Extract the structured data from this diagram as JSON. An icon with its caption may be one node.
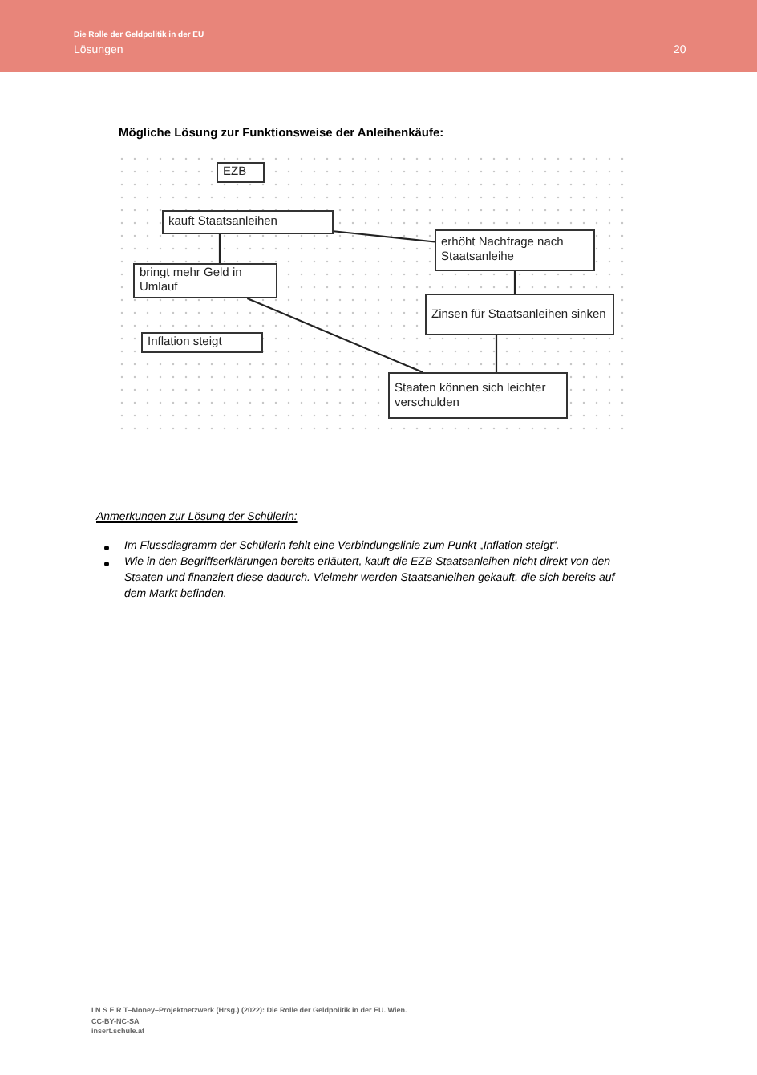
{
  "diagram": {
    "title": "Mögliche Lösung zur Funktionsweise der Anleihenkäufe:",
    "nodes": [
      {
        "text": [
          "EZB"
        ]
      },
      {
        "text": [
          "kauft Staatsanleihen"
        ]
      },
      {
        "text": [
          "bringt mehr Geld in Umlauf"
        ]
      },
      {
        "text": [
          "Inflation steigt"
        ]
      },
      {
        "text": [
          "erhöht Nachfrage nach Staatsanleihe"
        ]
      },
      {
        "text": [
          "Zinsen für Staatsanleihen sinken"
        ]
      },
      {
        "text": [
          "Staaten können sich leichter verschulden"
        ]
      }
    ],
    "edges": [
      {
        "from": 1,
        "to": 2,
        "arrow": "none"
      },
      {
        "from": 1,
        "to": 4,
        "arrow": "none"
      },
      {
        "from": 4,
        "to": 5,
        "arrow": "none"
      },
      {
        "from": 5,
        "to": 6,
        "arrow": "none"
      },
      {
        "from": 2,
        "to": 6,
        "arrow": "none"
      }
    ],
    "labels": [
      "Die Rolle der Geldpolitik in der EU",
      "Lösungen",
      "20",
      "Anmerkungen zur Lösung der Schülerin:",
      "Im Flussdiagramm der Schülerin fehlt eine Verbindungslinie zum Punkt „Inflation steigt“.",
      "Wie in den Begriffserklärungen bereits erläutert, kauft die EZB Staatsanleihen nicht direkt von den Staaten und finanziert diese dadurch. Vielmehr werden Staatsanleihen gekauft, die sich bereits auf dem Markt befinden.",
      "I N S E R T–Money–Projektnetzwerk (Hrsg.) (2022): Die Rolle der Geldpolitik in der EU. Wien.",
      "CC-BY-NC-SA",
      "insert.schule.at"
    ]
  }
}
